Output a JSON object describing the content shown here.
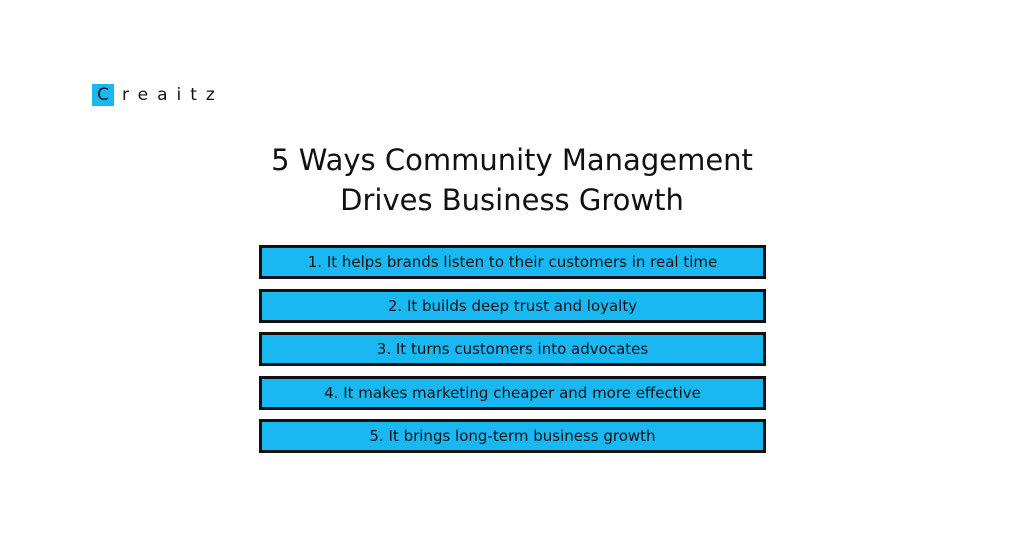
{
  "logo": {
    "first_letter": "C",
    "rest": "reaitz"
  },
  "title": {
    "line1": "5 Ways Community Management",
    "line2": "Drives Business Growth"
  },
  "colors": {
    "accent": "#1ab8f3",
    "border": "#111111",
    "background": "#ffffff"
  },
  "items": [
    "1. It helps brands listen to their customers in real time",
    "2. It builds deep trust and loyalty",
    "3. It turns customers into advocates",
    "4. It makes marketing cheaper and more effective",
    "5. It brings long-term business growth"
  ]
}
